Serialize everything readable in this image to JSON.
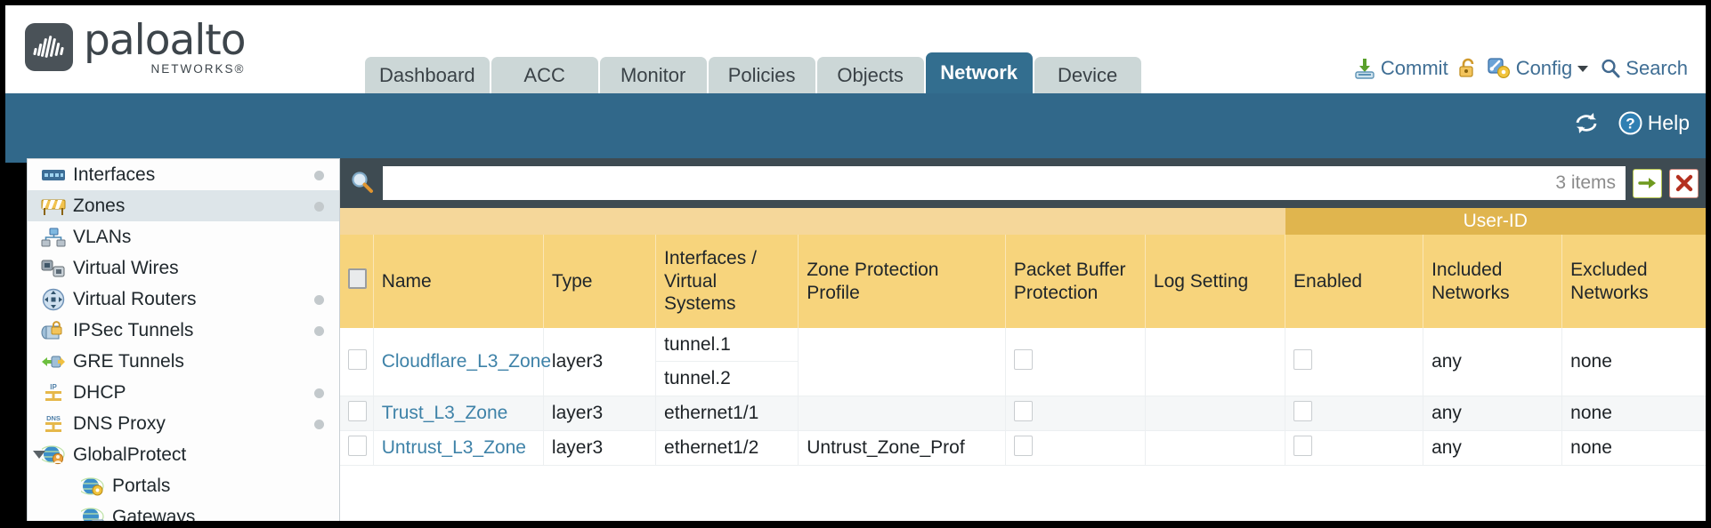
{
  "brand": {
    "name": "paloalto",
    "tagline": "NETWORKS®",
    "logo_icon": "paloalto-logo-icon"
  },
  "header": {
    "tabs": [
      {
        "label": "Dashboard",
        "active": false
      },
      {
        "label": "ACC",
        "active": false
      },
      {
        "label": "Monitor",
        "active": false
      },
      {
        "label": "Policies",
        "active": false
      },
      {
        "label": "Objects",
        "active": false
      },
      {
        "label": "Network",
        "active": true
      },
      {
        "label": "Device",
        "active": false
      }
    ],
    "actions": {
      "commit": "Commit",
      "commit_icon": "commit-save-icon",
      "lock_icon": "unlock-icon",
      "config": "Config",
      "config_icon": "config-wrench-icon",
      "config_caret": "chevron-down-icon",
      "search": "Search",
      "search_icon": "search-icon"
    }
  },
  "band": {
    "refresh_icon": "refresh-icon",
    "help_label": "Help",
    "help_icon": "help-question-icon"
  },
  "sidebar": {
    "items": [
      {
        "label": "Interfaces",
        "icon": "interfaces-icon",
        "dot": true,
        "selected": false,
        "child": false,
        "caret": false
      },
      {
        "label": "Zones",
        "icon": "zones-icon",
        "dot": true,
        "selected": true,
        "child": false,
        "caret": false
      },
      {
        "label": "VLANs",
        "icon": "vlans-icon",
        "dot": false,
        "selected": false,
        "child": false,
        "caret": false
      },
      {
        "label": "Virtual Wires",
        "icon": "virtual-wires-icon",
        "dot": false,
        "selected": false,
        "child": false,
        "caret": false
      },
      {
        "label": "Virtual Routers",
        "icon": "virtual-routers-icon",
        "dot": true,
        "selected": false,
        "child": false,
        "caret": false
      },
      {
        "label": "IPSec Tunnels",
        "icon": "ipsec-tunnels-icon",
        "dot": true,
        "selected": false,
        "child": false,
        "caret": false
      },
      {
        "label": "GRE Tunnels",
        "icon": "gre-tunnels-icon",
        "dot": false,
        "selected": false,
        "child": false,
        "caret": false
      },
      {
        "label": "DHCP",
        "icon": "dhcp-icon",
        "dot": true,
        "selected": false,
        "child": false,
        "caret": false
      },
      {
        "label": "DNS Proxy",
        "icon": "dns-proxy-icon",
        "dot": true,
        "selected": false,
        "child": false,
        "caret": false
      },
      {
        "label": "GlobalProtect",
        "icon": "globalprotect-icon",
        "dot": false,
        "selected": false,
        "child": false,
        "caret": true
      },
      {
        "label": "Portals",
        "icon": "portals-icon",
        "dot": false,
        "selected": false,
        "child": true,
        "caret": false
      },
      {
        "label": "Gateways",
        "icon": "gateways-icon",
        "dot": false,
        "selected": false,
        "child": true,
        "caret": false
      }
    ]
  },
  "search": {
    "value": "",
    "placeholder": "",
    "icon": "search-magnifier-icon",
    "items_count": "3 items",
    "apply_icon": "apply-arrow-icon",
    "clear_icon": "clear-x-icon"
  },
  "table": {
    "group_header": {
      "label": "User-ID",
      "span": 3
    },
    "columns": [
      "Name",
      "Type",
      "Interfaces / Virtual Systems",
      "Zone Protection Profile",
      "Packet Buffer Protection",
      "Log Setting",
      "Enabled",
      "Included Networks",
      "Excluded Networks"
    ],
    "select_all_checkbox": false,
    "rows": [
      {
        "selected": false,
        "name": "Cloudflare_L3_Zone",
        "type": "layer3",
        "interfaces": [
          "tunnel.1",
          "tunnel.2"
        ],
        "zone_protection_profile": "",
        "packet_buffer_protection": false,
        "log_setting": "",
        "userid_enabled": false,
        "included_networks": "any",
        "excluded_networks": "none"
      },
      {
        "selected": false,
        "name": "Trust_L3_Zone",
        "type": "layer3",
        "interfaces": [
          "ethernet1/1"
        ],
        "zone_protection_profile": "",
        "packet_buffer_protection": false,
        "log_setting": "",
        "userid_enabled": false,
        "included_networks": "any",
        "excluded_networks": "none"
      },
      {
        "selected": false,
        "name": "Untrust_L3_Zone",
        "type": "layer3",
        "interfaces": [
          "ethernet1/2"
        ],
        "zone_protection_profile": "Untrust_Zone_Prof",
        "packet_buffer_protection": false,
        "log_setting": "",
        "userid_enabled": false,
        "included_networks": "any",
        "excluded_networks": "none"
      }
    ]
  },
  "colors": {
    "brand_dark": "#3d454b",
    "band_blue": "#31688a",
    "active_tab": "#336e8f",
    "tab_grey": "#ccd7d7",
    "header_yellow": "#f7d47c",
    "group_yellow": "#e0b54e",
    "link_blue": "#3e82a8",
    "search_bar_dark": "#3e4b52"
  }
}
